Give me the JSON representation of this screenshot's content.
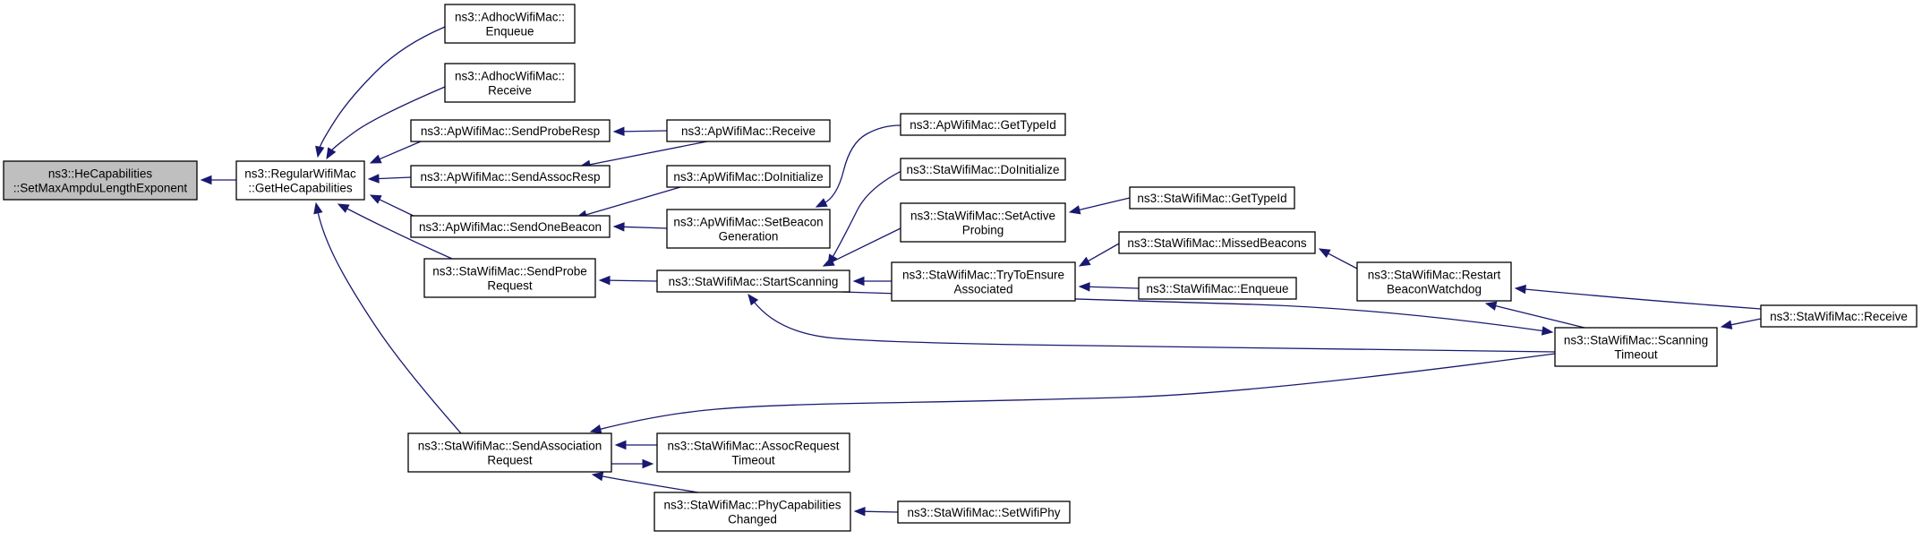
{
  "nodes": {
    "n1": {
      "lines": [
        "ns3::HeCapabilities",
        "::SetMaxAmpduLengthExponent"
      ],
      "highlight": true
    },
    "n2": {
      "lines": [
        "ns3::RegularWifiMac",
        "::GetHeCapabilities"
      ]
    },
    "n3": {
      "lines": [
        "ns3::AdhocWifiMac::",
        "Enqueue"
      ]
    },
    "n4": {
      "lines": [
        "ns3::AdhocWifiMac::",
        "Receive"
      ]
    },
    "n5": {
      "lines": [
        "ns3::ApWifiMac::SendProbeResp"
      ]
    },
    "n6": {
      "lines": [
        "ns3::ApWifiMac::SendAssocResp"
      ]
    },
    "n7": {
      "lines": [
        "ns3::ApWifiMac::SendOneBeacon"
      ]
    },
    "n8": {
      "lines": [
        "ns3::StaWifiMac::SendProbe",
        "Request"
      ]
    },
    "n9": {
      "lines": [
        "ns3::StaWifiMac::SendAssociation",
        "Request"
      ]
    },
    "n10": {
      "lines": [
        "ns3::ApWifiMac::Receive"
      ]
    },
    "n11": {
      "lines": [
        "ns3::ApWifiMac::DoInitialize"
      ]
    },
    "n12": {
      "lines": [
        "ns3::ApWifiMac::SetBeacon",
        "Generation"
      ]
    },
    "n13": {
      "lines": [
        "ns3::StaWifiMac::StartScanning"
      ]
    },
    "n14": {
      "lines": [
        "ns3::StaWifiMac::AssocRequest",
        "Timeout"
      ]
    },
    "n15": {
      "lines": [
        "ns3::StaWifiMac::PhyCapabilities",
        "Changed"
      ]
    },
    "n16": {
      "lines": [
        "ns3::ApWifiMac::GetTypeId"
      ]
    },
    "n17": {
      "lines": [
        "ns3::StaWifiMac::DoInitialize"
      ]
    },
    "n18": {
      "lines": [
        "ns3::StaWifiMac::SetActive",
        "Probing"
      ]
    },
    "n19": {
      "lines": [
        "ns3::StaWifiMac::TryToEnsure",
        "Associated"
      ]
    },
    "n20": {
      "lines": [
        "ns3::StaWifiMac::SetWifiPhy"
      ]
    },
    "n21": {
      "lines": [
        "ns3::StaWifiMac::GetTypeId"
      ]
    },
    "n22": {
      "lines": [
        "ns3::StaWifiMac::MissedBeacons"
      ]
    },
    "n23": {
      "lines": [
        "ns3::StaWifiMac::Enqueue"
      ]
    },
    "n24": {
      "lines": [
        "ns3::StaWifiMac::Restart",
        "BeaconWatchdog"
      ]
    },
    "n25": {
      "lines": [
        "ns3::StaWifiMac::Scanning",
        "Timeout"
      ]
    },
    "n26": {
      "lines": [
        "ns3::StaWifiMac::Receive"
      ]
    }
  },
  "edges": [
    {
      "from": "n2",
      "to": "n1"
    },
    {
      "from": "n3",
      "to": "n2"
    },
    {
      "from": "n4",
      "to": "n2"
    },
    {
      "from": "n5",
      "to": "n2"
    },
    {
      "from": "n6",
      "to": "n2"
    },
    {
      "from": "n7",
      "to": "n2"
    },
    {
      "from": "n8",
      "to": "n2"
    },
    {
      "from": "n9",
      "to": "n2"
    },
    {
      "from": "n10",
      "to": "n5"
    },
    {
      "from": "n10",
      "to": "n6"
    },
    {
      "from": "n11",
      "to": "n7"
    },
    {
      "from": "n12",
      "to": "n7"
    },
    {
      "from": "n13",
      "to": "n8"
    },
    {
      "from": "n14",
      "to": "n9"
    },
    {
      "from": "n9",
      "to": "n14"
    },
    {
      "from": "n15",
      "to": "n9"
    },
    {
      "from": "n25",
      "to": "n9"
    },
    {
      "from": "n16",
      "to": "n12"
    },
    {
      "from": "n17",
      "to": "n13"
    },
    {
      "from": "n18",
      "to": "n13"
    },
    {
      "from": "n19",
      "to": "n13"
    },
    {
      "from": "n25",
      "to": "n13"
    },
    {
      "from": "n13",
      "to": "n25"
    },
    {
      "from": "n20",
      "to": "n15"
    },
    {
      "from": "n21",
      "to": "n18"
    },
    {
      "from": "n22",
      "to": "n19"
    },
    {
      "from": "n23",
      "to": "n19"
    },
    {
      "from": "n24",
      "to": "n22"
    },
    {
      "from": "n25",
      "to": "n24"
    },
    {
      "from": "n26",
      "to": "n24"
    },
    {
      "from": "n26",
      "to": "n25"
    }
  ],
  "colors": {
    "edge": "#191970",
    "node_border": "#000000",
    "node_fill": "#ffffff",
    "highlight_fill": "#bfbfbf"
  }
}
